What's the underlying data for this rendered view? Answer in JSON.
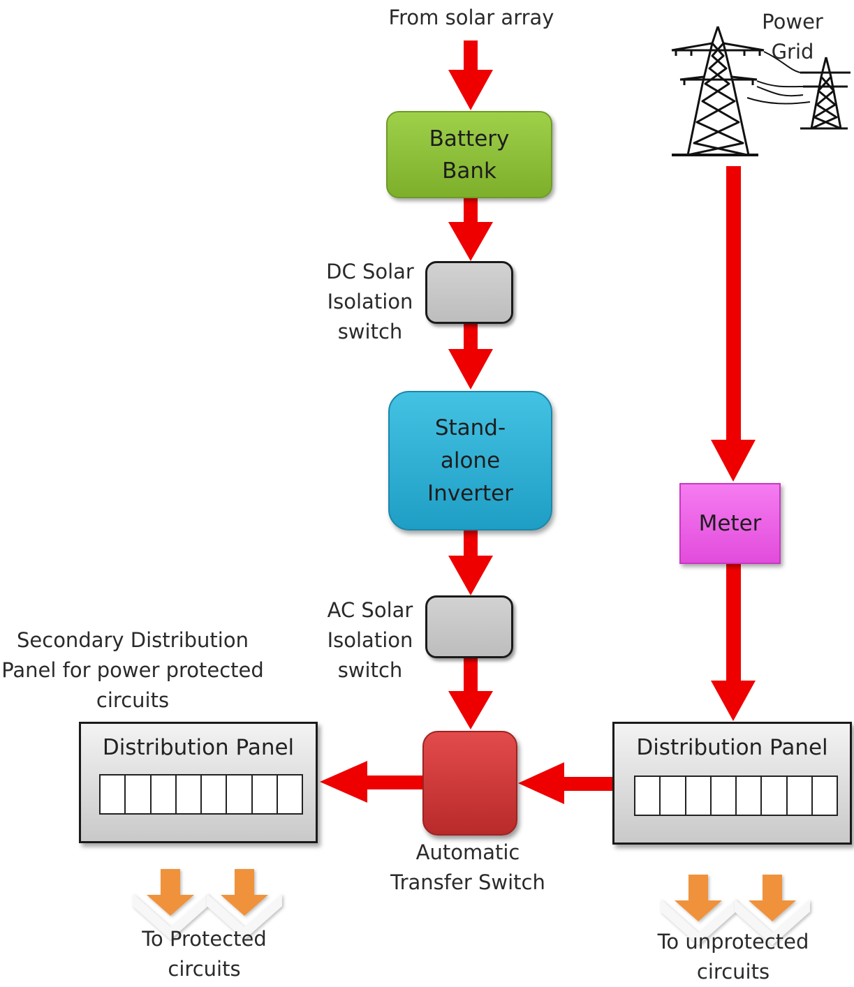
{
  "labels": {
    "from_solar": "From solar array",
    "power_grid": [
      "Power",
      "Grid"
    ],
    "dc_switch": [
      "DC Solar",
      "Isolation",
      "switch"
    ],
    "ac_switch": [
      "AC Solar",
      "Isolation",
      "switch"
    ],
    "secondary": [
      "Secondary Distribution",
      "Panel for power protected",
      "circuits"
    ],
    "ats": [
      "Automatic",
      "Transfer Switch"
    ],
    "protected": [
      "To Protected",
      "circuits"
    ],
    "unprotected": [
      "To unprotected",
      "circuits"
    ]
  },
  "nodes": {
    "battery": [
      "Battery",
      "Bank"
    ],
    "inverter": [
      "Stand-",
      "alone",
      "Inverter"
    ],
    "meter": "Meter",
    "panel_left": "Distribution Panel",
    "panel_right": "Distribution Panel"
  },
  "colors": {
    "flow_arrow": "#ee0000",
    "battery": "#8cc63f",
    "inverter": "#2bb3d9",
    "meter": "#f060ec",
    "switch": "#c8c8c8",
    "ats": "#cc3333",
    "output_arrow": "#f0923a"
  },
  "icons": [
    "transmission-tower-icon",
    "down-arrow-icon"
  ]
}
